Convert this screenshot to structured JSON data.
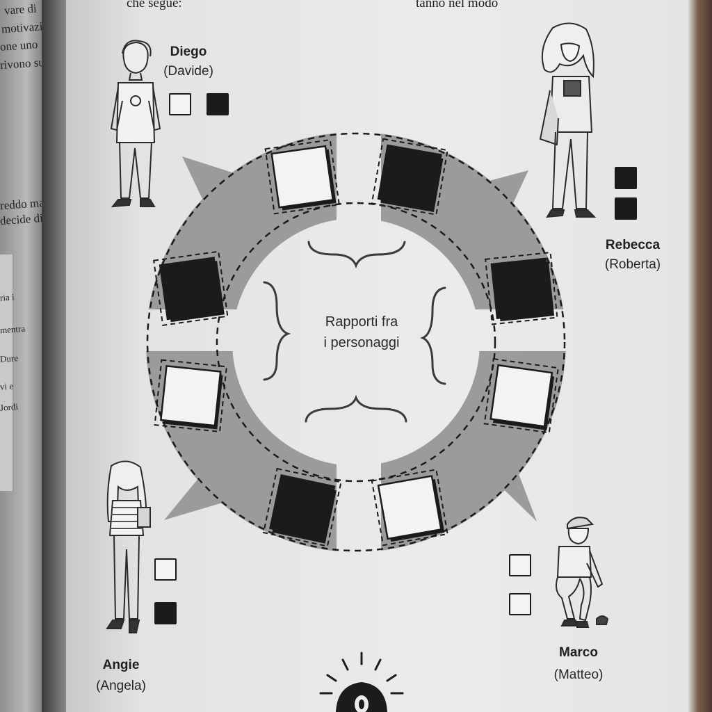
{
  "intro": {
    "line_start": "che segue:",
    "line_end": "tanno nel modo"
  },
  "left_page_fragments": [
    "vare di",
    "motivazio",
    "one uno",
    "rivono su",
    "reddo ma",
    "decide di",
    "ria i",
    "mentra",
    "Dure",
    "vi e",
    "Jordi"
  ],
  "center_label": {
    "line1": "Rapporti fra",
    "line2": "i personaggi"
  },
  "characters": [
    {
      "id": "diego",
      "name": "Diego",
      "alias": "(Davide)",
      "chips": [
        "white",
        "black"
      ]
    },
    {
      "id": "rebecca",
      "name": "Rebecca",
      "alias": "(Roberta)",
      "chips": [
        "black",
        "black"
      ]
    },
    {
      "id": "angie",
      "name": "Angie",
      "alias": "(Angela)",
      "chips": [
        "white",
        "black"
      ]
    },
    {
      "id": "marco",
      "name": "Marco",
      "alias": "(Matteo)",
      "chips": [
        "white",
        "white"
      ]
    }
  ],
  "wheel_tiles": [
    "white",
    "black",
    "black",
    "white",
    "white",
    "black",
    "white",
    "black"
  ],
  "colors": {
    "ring": "#9b9b9b",
    "page": "#ebebe9",
    "ink": "#1b1b1b",
    "tile_white": "#f3f3f1"
  }
}
